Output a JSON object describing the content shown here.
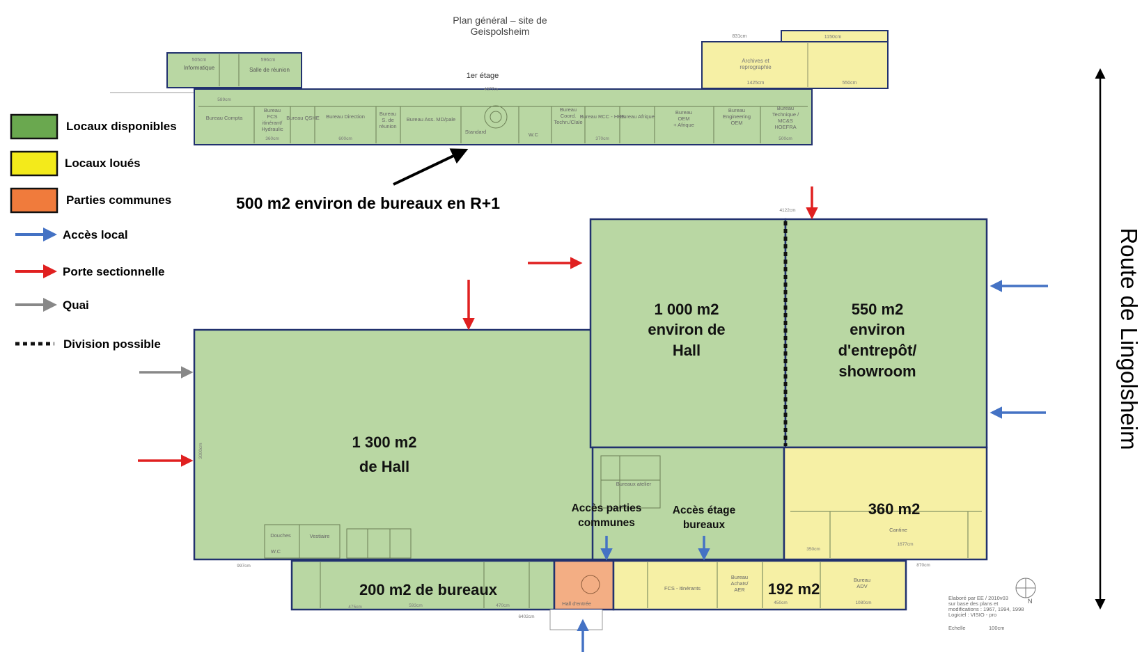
{
  "plan_title_line1": "Plan général – site de",
  "plan_title_line2": "Geispolsheim",
  "floor_label": "1er étage",
  "colors": {
    "available": "#b9d7a3",
    "available_legend": "#6aa84f",
    "rented": "#f6f0a5",
    "rented_legend": "#f3ea1b",
    "common": "#f3ae84",
    "common_legend": "#f07b3c",
    "outline": "#21316e",
    "blue_arrow": "#4472c4",
    "red_arrow": "#e02020",
    "grey_arrow": "#888888"
  },
  "legend": {
    "available": "Locaux disponibles",
    "rented": "Locaux loués",
    "common": "Parties communes",
    "access": "Accès local",
    "sectional_door": "Porte sectionnelle",
    "dock": "Quai",
    "division": "Division possible"
  },
  "callouts": {
    "offices_r1": "500 m2 environ de bureaux en R+1",
    "hall_1300_l1": "1 300 m2",
    "hall_1300_l2": "de Hall",
    "hall_1000_l1": "1 000 m2",
    "hall_1000_l2": "environ de",
    "hall_1000_l3": "Hall",
    "warehouse_550_l1": "550 m2",
    "warehouse_550_l2": "environ",
    "warehouse_550_l3": "d'entrepôt/",
    "warehouse_550_l4": "showroom",
    "area_360": "360 m2",
    "offices_200": "200 m2 de bureaux",
    "area_192": "192 m2",
    "access_common_l1": "Accès parties",
    "access_common_l2": "communes",
    "access_floor_l1": "Accès étage",
    "access_floor_l2": "bureaux"
  },
  "road_label": "Route de Lingolsheim",
  "upper_rooms": {
    "informatique": "Informatique",
    "salle_reunion": "Salle de réunion",
    "archives_l1": "Archives et",
    "archives_l2": "reprographie",
    "compta": "Bureau Compta",
    "fcs_l1": "Bureau",
    "fcs_l2": "FCS",
    "fcs_l3": "itinérant/",
    "fcs_l4": "Hydraulic",
    "qshe": "Bureau QSHE",
    "direction": "Bureau Direction",
    "sreunion_l1": "Bureau",
    "sreunion_l2": "S. de",
    "sreunion_l3": "réunion",
    "ass_md": "Bureau Ass. MD/pale",
    "standard": "Standard",
    "wc": "W.C",
    "coord_l1": "Bureau",
    "coord_l2": "Coord.",
    "coord_l3": "Techn./Clale",
    "rcc": "Bureau RCC - HKS",
    "afrique": "Bureau Afrique",
    "oem_l1": "Bureau",
    "oem_l2": "OEM",
    "oem_l3": "+ Afrique",
    "eng_l1": "Bureau",
    "eng_l2": "Engineering",
    "eng_l3": "OEM",
    "tech_l1": "Bureau",
    "tech_l2": "Technique /",
    "tech_l3": "MC&S",
    "tech_l4": "HOEFRA"
  },
  "lower_rooms": {
    "douches": "Douches",
    "vestiaire": "Vestiaire",
    "wc": "W.C",
    "bureaux_atelier": "Bureaux atelier",
    "cantine": "Cantine",
    "hall_entree": "Hall d'entrée",
    "fcs_itinerants": "FCS - itinérants",
    "achats_l1": "Bureau",
    "achats_l2": "Achats/",
    "achats_l3": "AER",
    "adv_l1": "Bureau",
    "adv_l2": "ADV"
  },
  "dimensions": {
    "d1": "505cm",
    "d2": "596cm",
    "d3": "589cm",
    "d4": "4077m",
    "d5": "831cm",
    "d6": "1150cm",
    "d7": "1425cm",
    "d8": "550cm",
    "d9": "360cm",
    "d10": "600cm",
    "d11": "370cm",
    "d12": "500cm",
    "d13": "4122cm",
    "d14": "3000cm",
    "d15": "997cm",
    "d16": "1677cm",
    "d17": "6402cm",
    "d18": "870cm",
    "d19": "450cm",
    "d20": "1080cm",
    "d21": "475cm",
    "d22": "470cm",
    "d23": "593cm",
    "d24": "350cm"
  },
  "footnote_l1": "Elaboré par EE / 2010v03",
  "footnote_l2": "sur base des plans et",
  "footnote_l3": "modifications : 1967, 1994, 1998",
  "footnote_l4": "Logiciel : VISIO - pro",
  "scale_label": "Echelle",
  "scale_value": "100cm",
  "north": "N"
}
